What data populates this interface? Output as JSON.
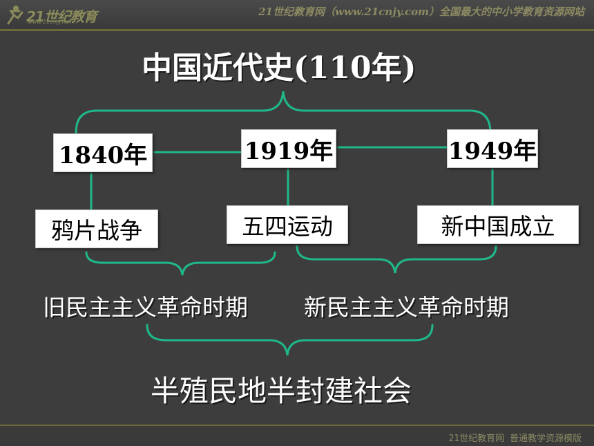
{
  "header": {
    "logo_text": "21世纪教育",
    "logo_sub": "www.21cnjy.com",
    "site_text": "21世纪教育网（www.21cnjy.com）全国最大的中小学教育资源网站"
  },
  "footer": {
    "text": "21世纪教育网   普通教学资源模版"
  },
  "diagram": {
    "title": "中国近代史(110年)",
    "years": [
      "1840年",
      "1919年",
      "1949年"
    ],
    "events": [
      "鸦片战争",
      "五四运动",
      "新中国成立"
    ],
    "periods": [
      "旧民主主义革命时期",
      "新民主主义革命时期"
    ],
    "society": "半殖民地半封建社会"
  },
  "colors": {
    "background": "#3d3d3d",
    "connector": "#1fb88a",
    "box_fill": "#ffffff",
    "text_light": "#ffffff"
  }
}
